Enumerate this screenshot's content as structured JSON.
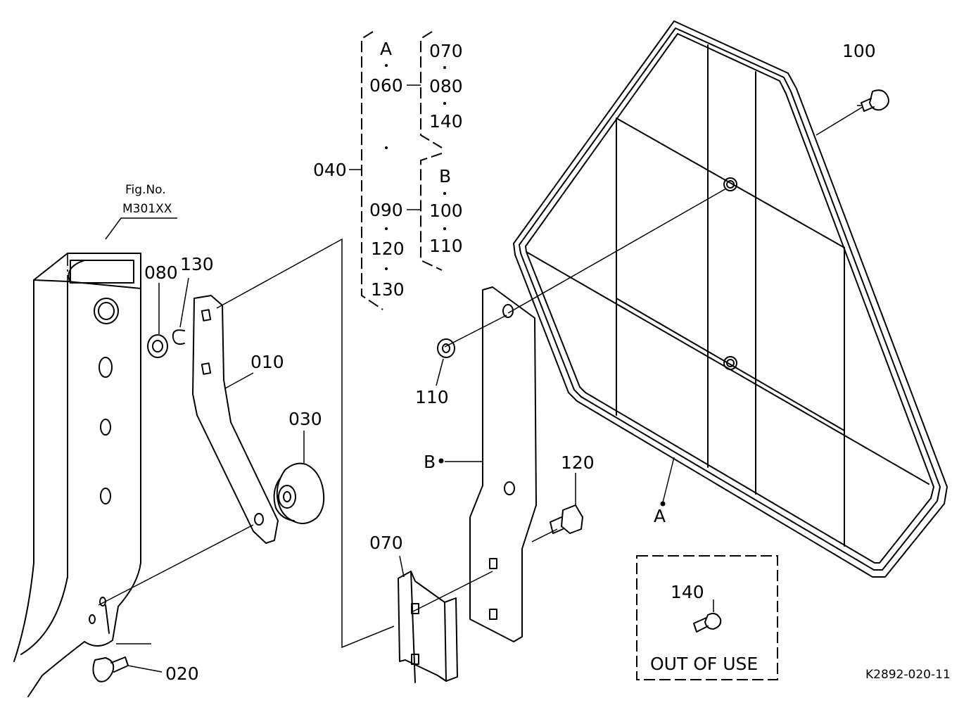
{
  "figure": {
    "ref_caption": "Fig.No.",
    "ref_number": "M301XX",
    "drawing_code": "K2892-020-11",
    "out_of_use": "OUT OF USE"
  },
  "parts": {
    "p010": "010",
    "p020": "020",
    "p030": "030",
    "p040": "040",
    "p060": "060",
    "p070": "070",
    "p080": "080",
    "p090": "090",
    "p100": "100",
    "p110": "110",
    "p120": "120",
    "p130": "130",
    "p140": "140"
  },
  "assembly": {
    "A": "A",
    "B": "B",
    "A_parts": [
      "060",
      "090",
      "120",
      "130"
    ],
    "sub_060": [
      "070",
      "080",
      "140"
    ],
    "sub_090_B": [
      "100",
      "110"
    ]
  }
}
